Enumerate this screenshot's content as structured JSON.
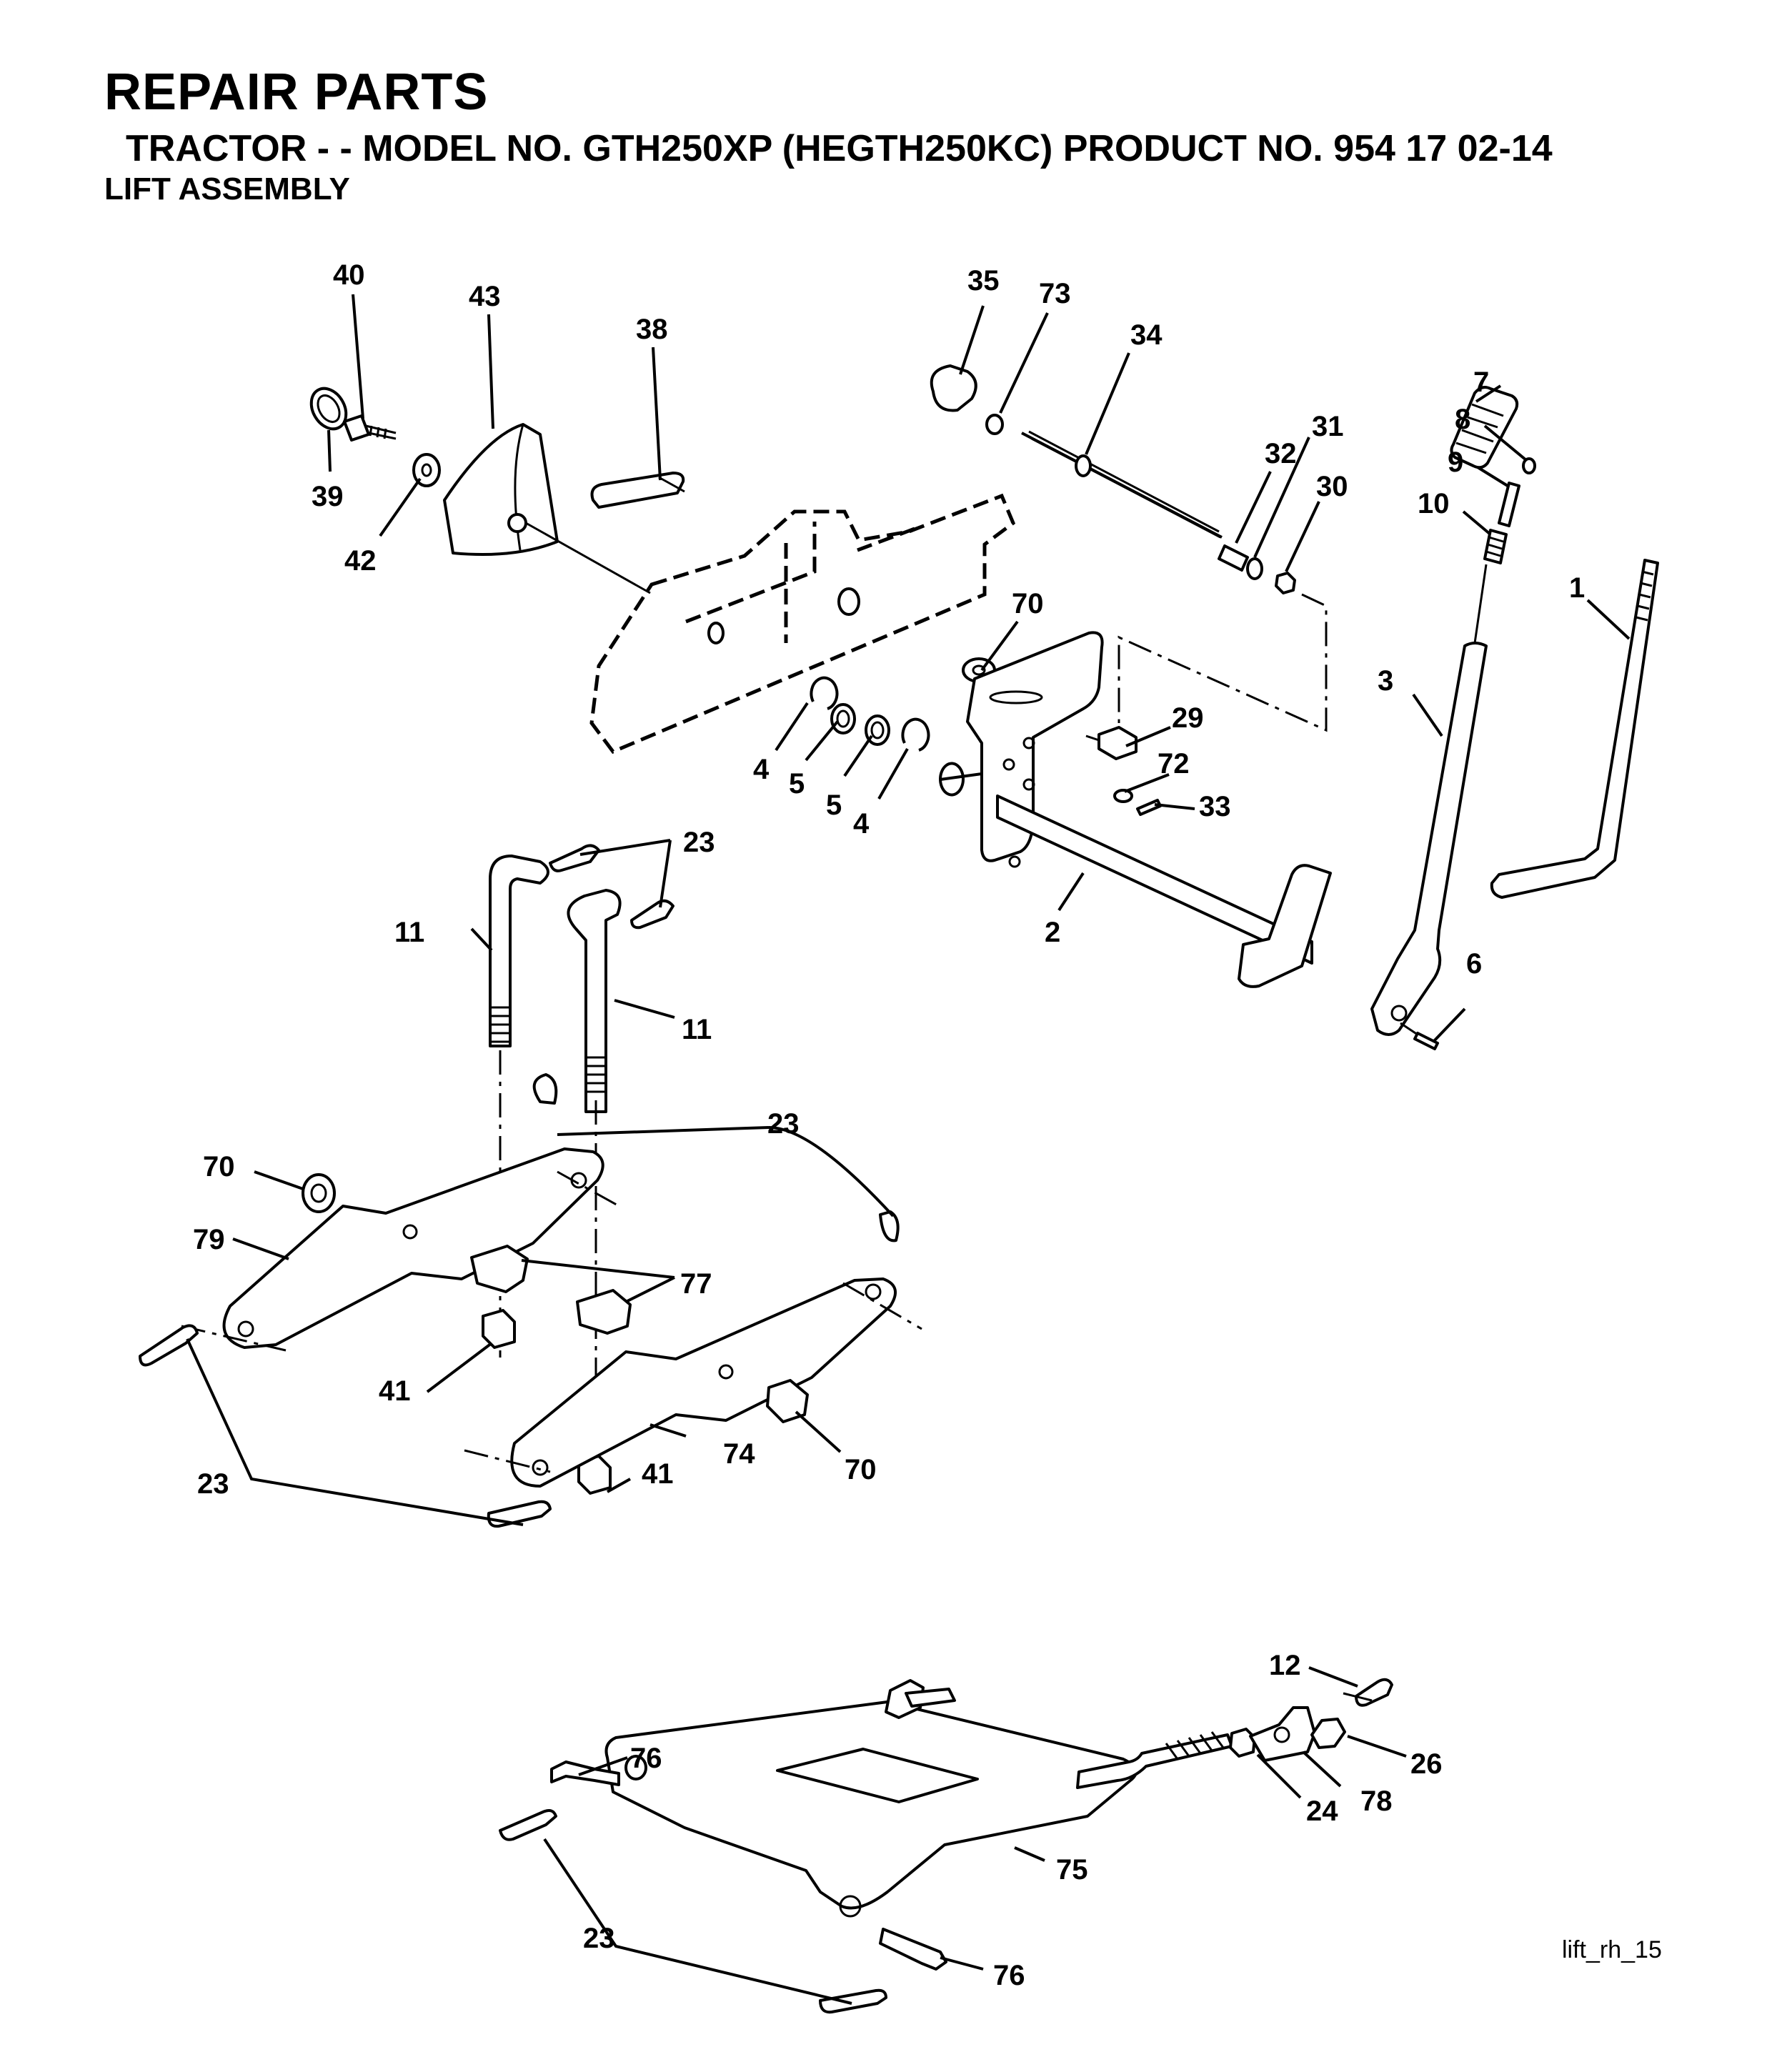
{
  "header": {
    "title": "REPAIR PARTS",
    "subtitle": "TRACTOR - - MODEL NO. GTH250XP (HEGTH250KC) PRODUCT NO. 954 17 02-14",
    "section": "LIFT ASSEMBLY"
  },
  "drawing_ref": "lift_rh_15",
  "callouts": {
    "c40": "40",
    "c43": "43",
    "c38": "38",
    "c39": "39",
    "c42": "42",
    "c35": "35",
    "c73": "73",
    "c34": "34",
    "c31": "31",
    "c32": "32",
    "c30": "30",
    "c7": "7",
    "c8": "8",
    "c9": "9",
    "c10": "10",
    "c1": "1",
    "c3": "3",
    "c70a": "70",
    "c29": "29",
    "c72": "72",
    "c33": "33",
    "c4a": "4",
    "c5a": "5",
    "c5b": "5",
    "c4b": "4",
    "c23a": "23",
    "c11a": "11",
    "c11b": "11",
    "c2": "2",
    "c6": "6",
    "c23b": "23",
    "c70b": "70",
    "c79": "79",
    "c77": "77",
    "c41a": "41",
    "c23c": "23",
    "c74": "74",
    "c70c": "70",
    "c41b": "41",
    "c12": "12",
    "c76a": "76",
    "c26": "26",
    "c78": "78",
    "c24": "24",
    "c75": "75",
    "c23d": "23",
    "c76b": "76"
  }
}
